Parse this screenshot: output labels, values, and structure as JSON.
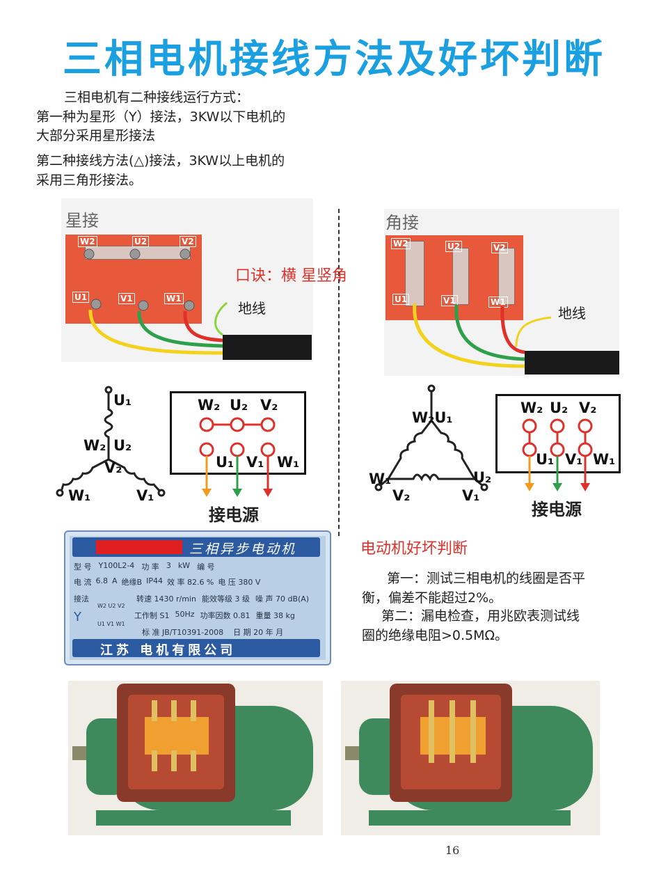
{
  "title": "三相电机接线方法及好坏判断",
  "intro": {
    "line1": "三相电机有二种接线运行方式：",
    "line2": "第一种为星形（Y）接法，3KW以下电机的",
    "line3": "大部分采用星形接法",
    "line4": "第二种接线方法(△)接法，3KW以上电机的",
    "line5": "采用三角形接法。"
  },
  "star": {
    "label": "星接",
    "mnemonic": "口诀：横 星竖角",
    "ground": "地线",
    "top_terminals": [
      "W2",
      "U2",
      "V2"
    ],
    "bottom_terminals": [
      "U1",
      "V1",
      "W1"
    ],
    "diagram_labels": {
      "u1": "U₁",
      "u2": "U₂",
      "v1": "V₁",
      "v2": "V₂",
      "w1": "W₁",
      "w2": "W₂"
    },
    "box_top": [
      "W₂",
      "U₂",
      "V₂"
    ],
    "box_bottom": [
      "U₁",
      "V₁",
      "W₁"
    ],
    "power": "接电源"
  },
  "delta": {
    "label": "角接",
    "ground": "地线",
    "top_terminals": [
      "W2",
      "U2",
      "V2"
    ],
    "bottom_terminals": [
      "U1",
      "V1",
      "W1"
    ],
    "diagram_labels": {
      "w2u1": "W₂U₁",
      "w1": "W₁",
      "v2": "V₂",
      "v1": "V₁",
      "u2": "U₂"
    },
    "box_top": [
      "W₂",
      "U₂",
      "V₂"
    ],
    "box_bottom": [
      "U₁",
      "V₁",
      "W₁"
    ],
    "power": "接电源"
  },
  "nameplate": {
    "heading": "三相异步电动机",
    "row1": [
      "型 号",
      "Y100L2-4",
      "功 率",
      "3",
      "kW",
      "编 号"
    ],
    "row2": [
      "电 流",
      "6.8",
      "A",
      "绝缘B",
      "IP44",
      "效 率 82.6 %",
      "电 压 380 V"
    ],
    "row3": [
      "接法",
      "转速 1430 r/min",
      "能效等级 3 级",
      "噪 声 70 dB(A)"
    ],
    "row4": [
      "Y",
      "工作制 S1",
      "50Hz",
      "功率因数 0.81",
      "重量 38 kg"
    ],
    "row5": [
      "标 准 JB/T10391-2008",
      "日 期 20 年 月"
    ],
    "terminals_top": "W2 U2 V2",
    "terminals_bottom": "U1 V1 W1",
    "company": "江苏 电机有限公司"
  },
  "judge": {
    "heading": "电动机好坏判断",
    "p1a": "第一：测试三相电机的线圈是否平",
    "p1b": "衡，偏差不能超过2%。",
    "p2a": "第二：漏电检查，用兆欧表测试线",
    "p2b": "圈的绝缘电阻>0.5MΩ。"
  },
  "page_number": "16",
  "colors": {
    "title": "#1aa0e0",
    "terminal_block": "#e8583a",
    "red": "#e0302a",
    "motor_green": "#3f8a5c"
  }
}
